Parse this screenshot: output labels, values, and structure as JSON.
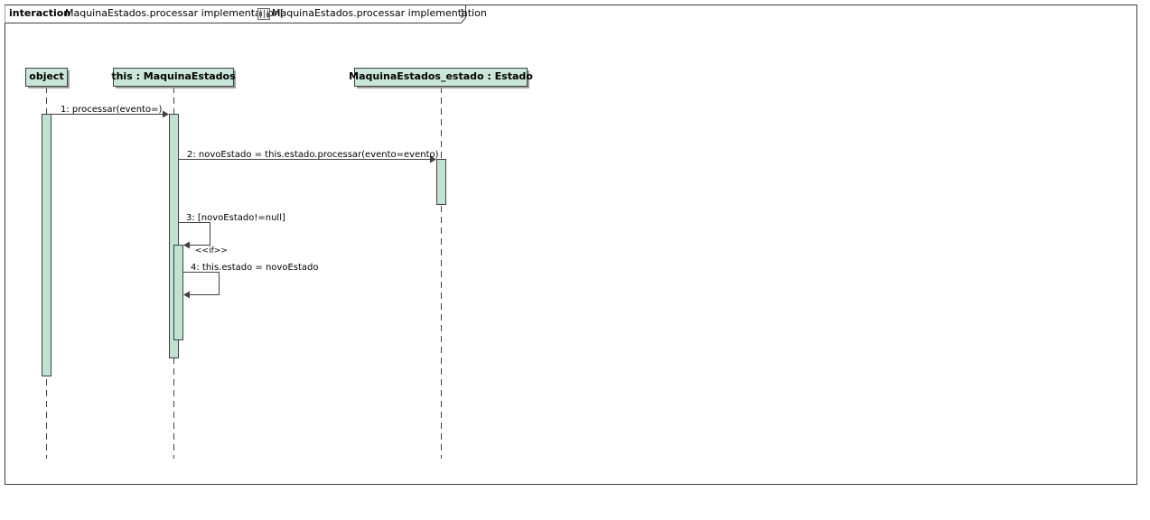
{
  "frame": {
    "keyword": "interaction",
    "name": "MaquinaEstados.processar implementation[",
    "ref_label": "MaquinaEstados.processar implementation",
    "close_bracket": "]",
    "ref_icon": "sequence-diagram-icon"
  },
  "lifelines": [
    {
      "label": "object"
    },
    {
      "label": "this : MaquinaEstados"
    },
    {
      "label": "MaquinaEstados_estado : Estado"
    }
  ],
  "messages": [
    {
      "label": "1: processar(evento=)"
    },
    {
      "label": "2: novoEstado = this.estado.processar(evento=evento)"
    },
    {
      "label": "3: [novoEstado!=null]",
      "stereotype": "<<if>>"
    },
    {
      "label": "4: this.estado = novoEstado"
    }
  ],
  "colors": {
    "lifeline_head_fill": "#c9e7d8",
    "activation_fill": "#bfe3d0",
    "line": "#404040",
    "shadow": "#a0a0a0"
  }
}
